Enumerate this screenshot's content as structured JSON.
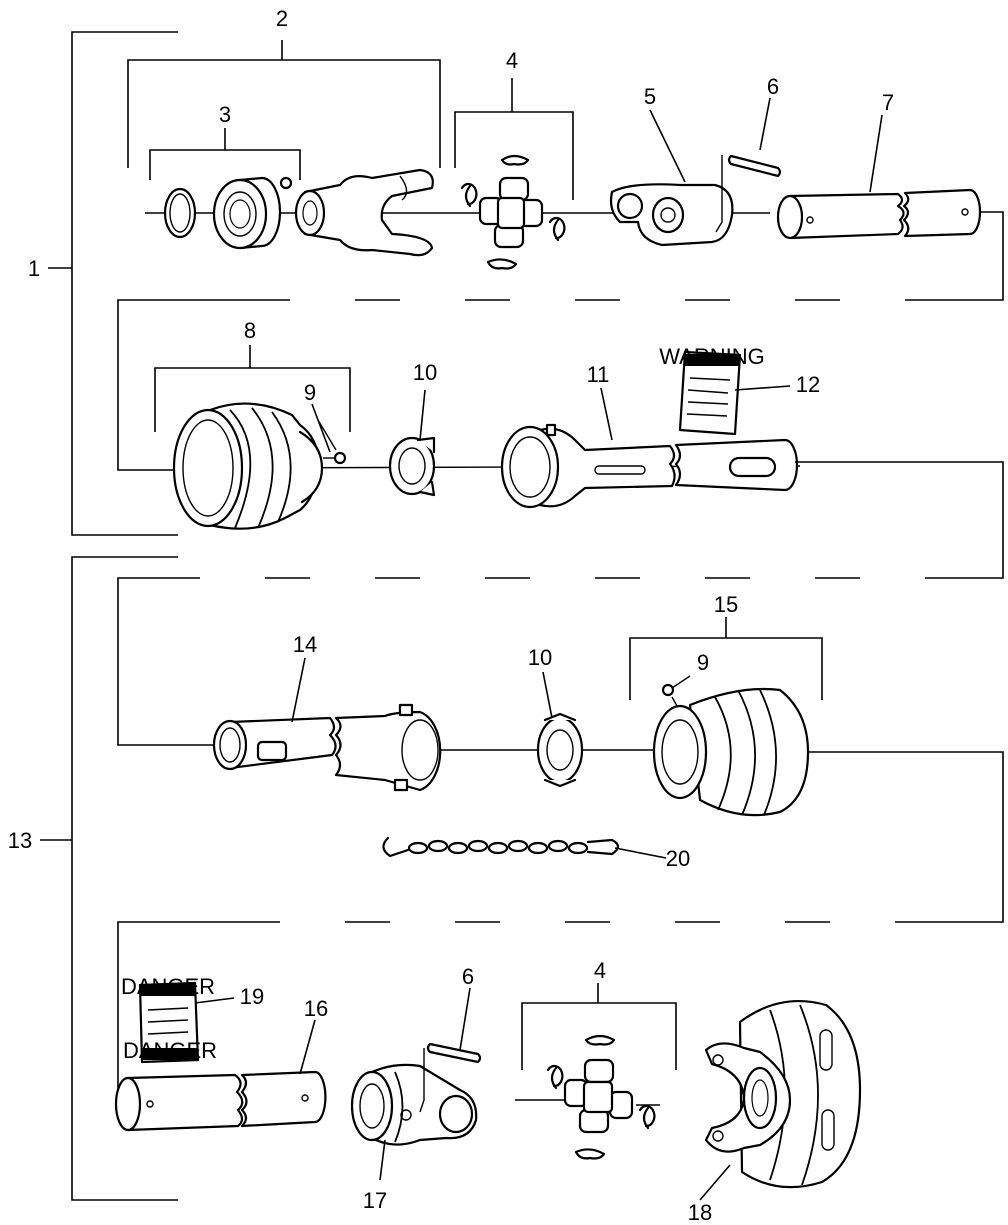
{
  "callouts": {
    "c1": "1",
    "c2": "2",
    "c3": "3",
    "c4a": "4",
    "c5": "5",
    "c6a": "6",
    "c7": "7",
    "c8": "8",
    "c9a": "9",
    "c10a": "10",
    "c11": "11",
    "c12": "12",
    "c13": "13",
    "c14": "14",
    "c10b": "10",
    "c15": "15",
    "c9b": "9",
    "c20": "20",
    "c19": "19",
    "c16": "16",
    "c6b": "6",
    "c4b": "4",
    "c17": "17",
    "c18": "18"
  },
  "decals": {
    "warning_label": "WARNING",
    "danger_label": "DANGER"
  }
}
